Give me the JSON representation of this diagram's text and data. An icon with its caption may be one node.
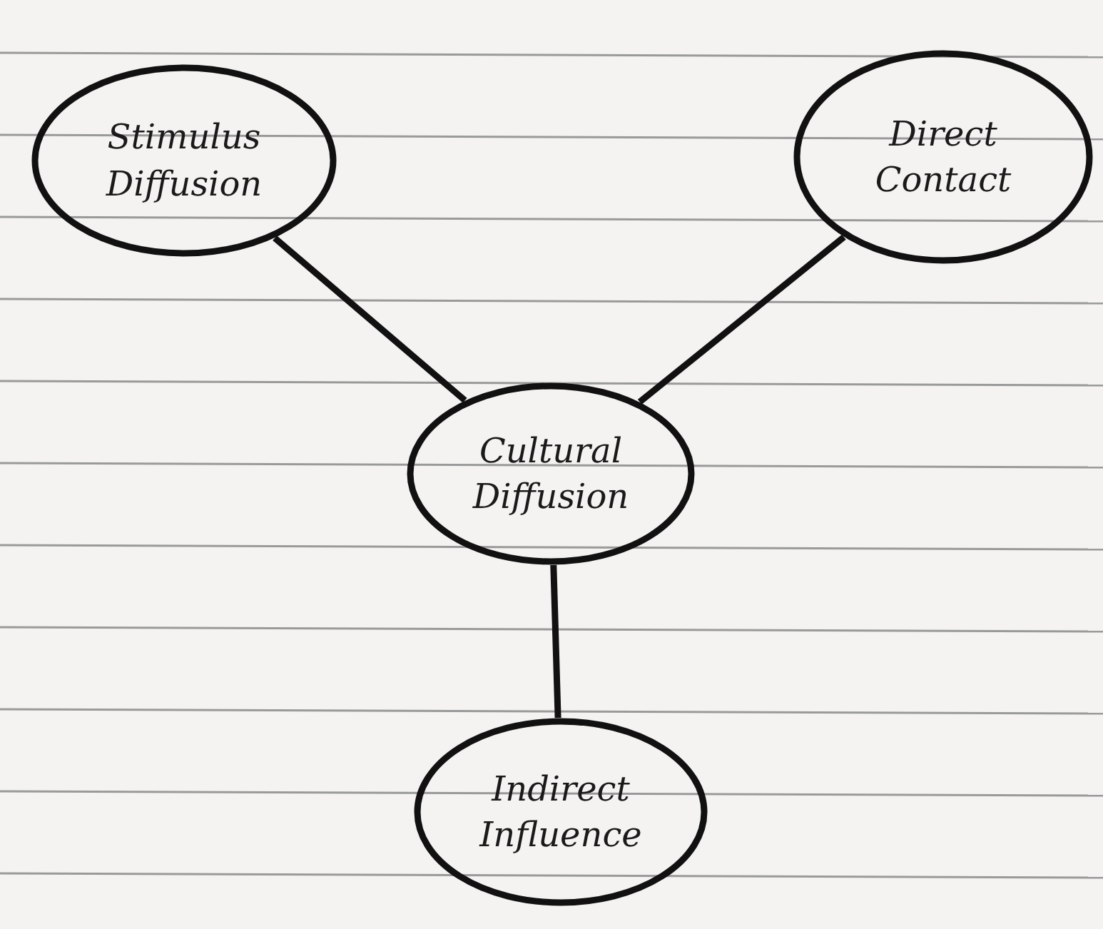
{
  "diagram": {
    "nodes": [
      {
        "text": [
          "Stimulus Diffusion"
        ]
      },
      {
        "text": [
          "Direct Contact"
        ]
      },
      {
        "text": [
          "Cultural Diffusion"
        ]
      },
      {
        "text": [
          "Indirect Influence"
        ]
      }
    ],
    "edges": [
      {
        "from": 0,
        "to": 2,
        "arrow": "none"
      },
      {
        "from": 1,
        "to": 2,
        "arrow": "none"
      },
      {
        "from": 2,
        "to": 3,
        "arrow": "none"
      }
    ]
  }
}
